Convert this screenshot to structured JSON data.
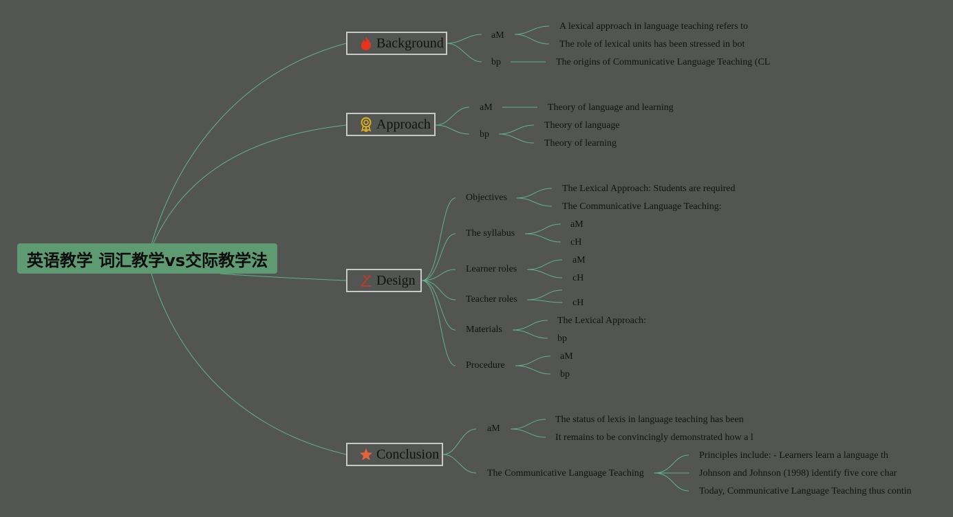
{
  "root": {
    "title": "英语教学 词汇教学vs交际教学法"
  },
  "background": {
    "label": "Background",
    "icon": "fire-icon",
    "am": "aM",
    "bp": "bp",
    "leaves": [
      "A lexical approach in language teaching refers to",
      "The role of lexical units has been stressed in bot",
      "The origins of Communicative Language Teaching (CL"
    ]
  },
  "approach": {
    "label": "Approach",
    "icon": "award-icon",
    "am": "aM",
    "bp": "bp",
    "leaves": [
      "Theory of language and learning",
      "Theory of language",
      "Theory of learning"
    ]
  },
  "design": {
    "label": "Design",
    "icon": "tools-icon",
    "subs": [
      "Objectives",
      "The syllabus",
      "Learner roles",
      "Teacher roles",
      "Materials",
      "Procedure"
    ],
    "leaves": [
      "The Lexical Approach: Students are required",
      "The Communicative Language Teaching:",
      "aM",
      "cH",
      "aM",
      "cH",
      "cH",
      "The Lexical Approach:",
      "bp",
      "aM",
      "bp"
    ]
  },
  "conclusion": {
    "label": "Conclusion",
    "icon": "star-icon",
    "am": "aM",
    "clt": "The Communicative Language Teaching",
    "leaves": [
      "The status of lexis in language teaching has been",
      "It remains to be convincingly demonstrated how a l",
      "Principles include: - Learners learn a language th",
      "Johnson and Johnson (1998) identify five core char",
      "Today, Communicative Language Teaching thus contin"
    ]
  },
  "colors": {
    "background": "#535553",
    "root": "#5f9b72",
    "link": "#62b28c",
    "fire": "#e8341c",
    "award": "#e0b21e",
    "tools": "#c0392b",
    "star": "#e8623a"
  }
}
